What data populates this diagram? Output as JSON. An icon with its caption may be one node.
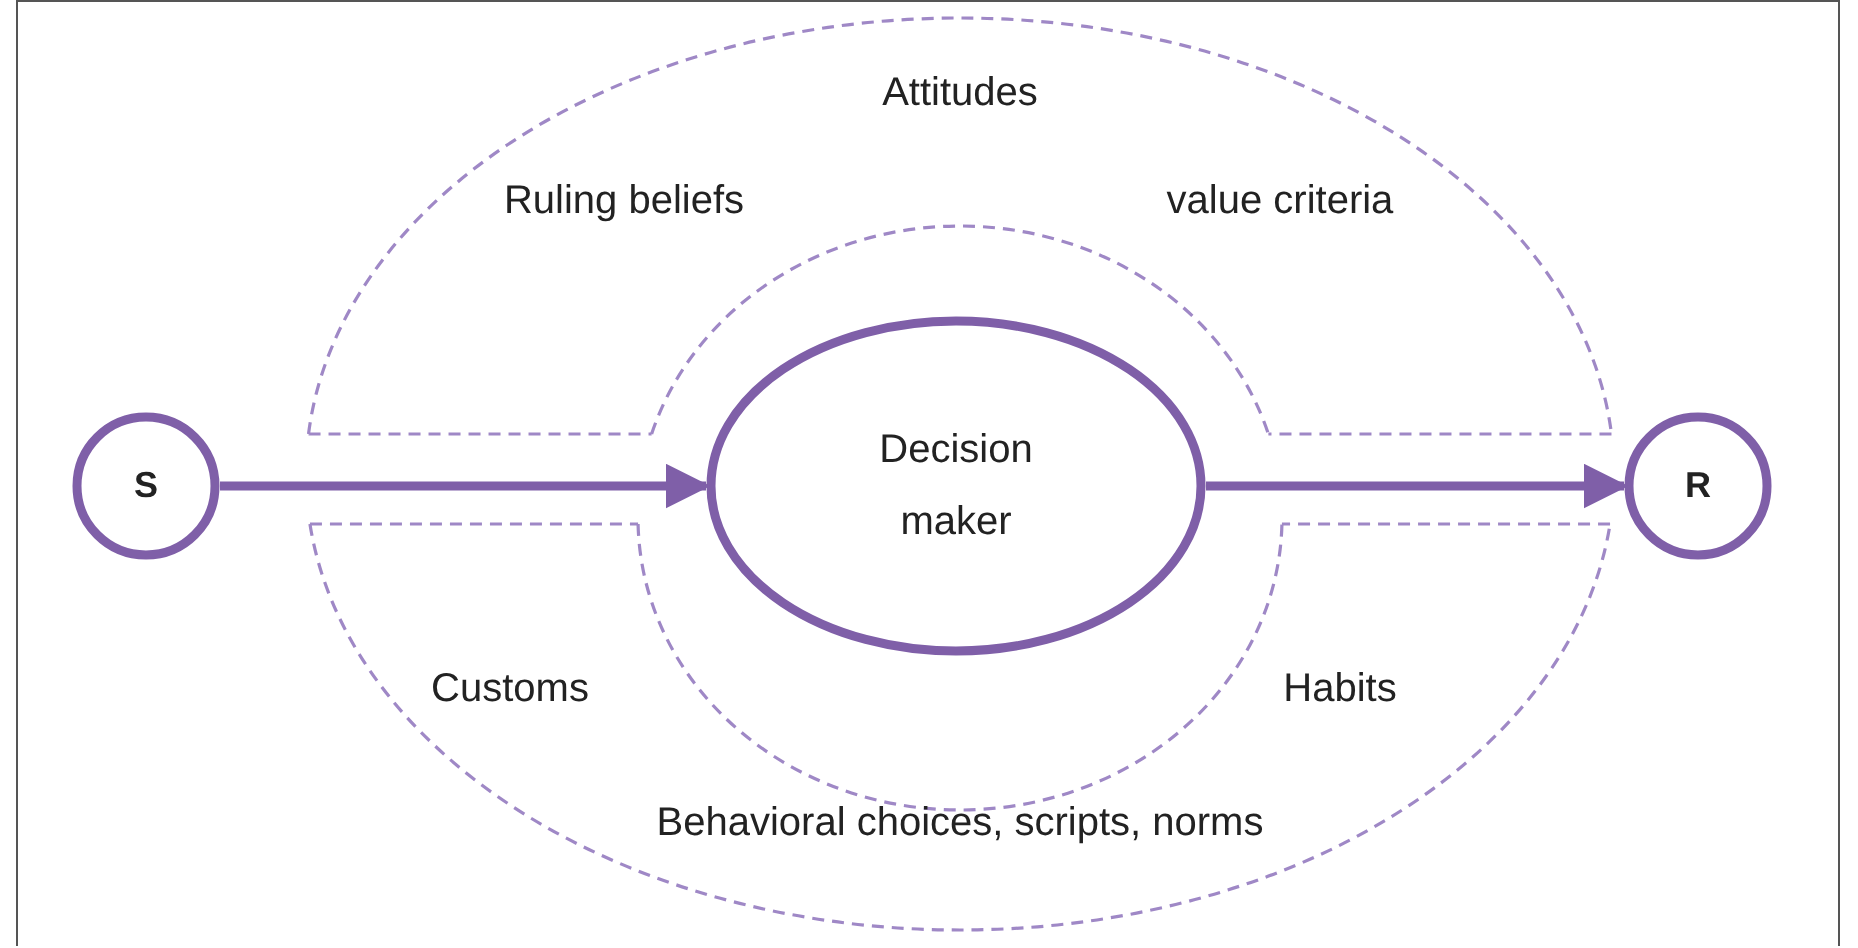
{
  "diagram": {
    "nodes": [
      {
        "text": [
          "Attitudes",
          "Ruling beliefs",
          "value criteria",
          "Customs",
          "Habits",
          "Behavioral choices, scripts, norms"
        ]
      },
      {
        "text": [],
        "shape": "ellipse",
        "in": 0
      },
      {
        "text": [
          "Decision maker"
        ],
        "in": 1
      },
      {
        "text": [
          "S"
        ]
      },
      {
        "text": [
          "R"
        ]
      }
    ],
    "edges": [
      {
        "from": 3,
        "to": 2,
        "arrow": "to"
      },
      {
        "from": 2,
        "to": 4,
        "arrow": "to"
      }
    ]
  }
}
